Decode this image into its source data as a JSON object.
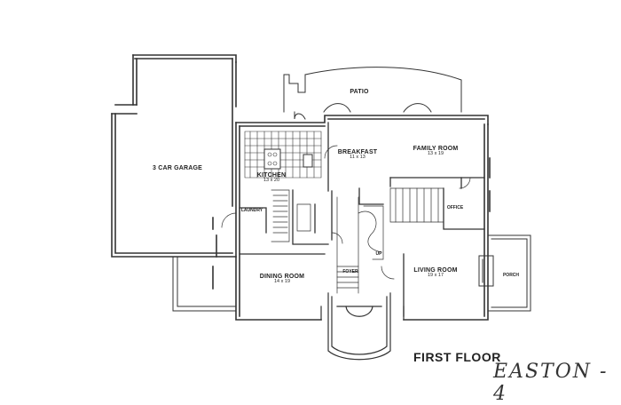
{
  "rooms": {
    "garage": {
      "name": "3 CAR GARAGE"
    },
    "patio": {
      "name": "PATIO"
    },
    "breakfast": {
      "name": "BREAKFAST",
      "dims": "11 x 13"
    },
    "family": {
      "name": "FAMILY ROOM",
      "dims": "13 x 19"
    },
    "kitchen": {
      "name": "KITCHEN",
      "dims": "13 x 20"
    },
    "laundry": {
      "name": "LAUNDRY"
    },
    "office": {
      "name": "OFFICE"
    },
    "dining": {
      "name": "DINING ROOM",
      "dims": "14 x 19"
    },
    "foyer": {
      "name": "FOYER"
    },
    "living": {
      "name": "LIVING ROOM",
      "dims": "19 x 17"
    },
    "porch": {
      "name": "PORCH"
    },
    "up": {
      "name": "UP"
    }
  },
  "title": "FIRST FLOOR",
  "signature": "EASTON - 4",
  "colors": {
    "line": "#333333",
    "background": "#ffffff"
  }
}
